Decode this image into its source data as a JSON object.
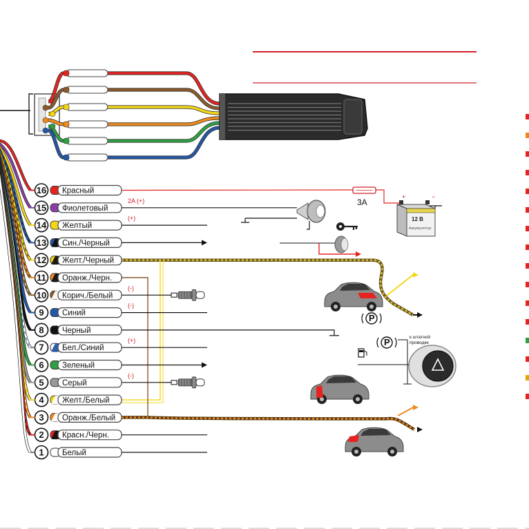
{
  "wires": [
    {
      "num": "16",
      "label": "Красный",
      "color": "#e52420",
      "stripe": "",
      "polarity": ""
    },
    {
      "num": "15",
      "label": "Фиолетовый",
      "color": "#8b3fa6",
      "stripe": "",
      "polarity": "2A (+)"
    },
    {
      "num": "14",
      "label": "Желтый",
      "color": "#f4d618",
      "stripe": "",
      "polarity": "(+)"
    },
    {
      "num": "13",
      "label": "Син./Черный",
      "color": "#2457a6",
      "stripe": "#111111",
      "polarity": ""
    },
    {
      "num": "12",
      "label": "Желт./Черный",
      "color": "#f4d618",
      "stripe": "#111111",
      "polarity": ""
    },
    {
      "num": "11",
      "label": "Оранж./Черн.",
      "color": "#ef8a1e",
      "stripe": "#111111",
      "polarity": ""
    },
    {
      "num": "10",
      "label": "Корич./Белый",
      "color": "#8a5a2b",
      "stripe": "#ffffff",
      "polarity": "(-)"
    },
    {
      "num": "9",
      "label": "Синий",
      "color": "#2457a6",
      "stripe": "",
      "polarity": "(-)"
    },
    {
      "num": "8",
      "label": "Черный",
      "color": "#111111",
      "stripe": "",
      "polarity": ""
    },
    {
      "num": "7",
      "label": "Бел./Синий",
      "color": "#ffffff",
      "stripe": "#2457a6",
      "polarity": "(+)"
    },
    {
      "num": "6",
      "label": "Зеленый",
      "color": "#2fa043",
      "stripe": "",
      "polarity": ""
    },
    {
      "num": "5",
      "label": "Серый",
      "color": "#9a9a9a",
      "stripe": "",
      "polarity": "(-)"
    },
    {
      "num": "4",
      "label": "Желт./Белый",
      "color": "#f4d618",
      "stripe": "#ffffff",
      "polarity": ""
    },
    {
      "num": "3",
      "label": "Оранж./Белый",
      "color": "#ef8a1e",
      "stripe": "#ffffff",
      "polarity": ""
    },
    {
      "num": "2",
      "label": "Красн./Черн.",
      "color": "#e52420",
      "stripe": "#111111",
      "polarity": ""
    },
    {
      "num": "1",
      "label": "Белый",
      "color": "#ffffff",
      "stripe": "",
      "polarity": ""
    }
  ],
  "fuse": {
    "label": "3A"
  },
  "battery": {
    "voltage": "12 В",
    "name": "Аккумулятор"
  },
  "ignition_note": {
    "line1": "к штатной",
    "line2": "проводке"
  },
  "colors": {
    "red": "#e52420",
    "brown": "#8a5a2b",
    "yellow": "#f4d618",
    "orange": "#ef8a1e",
    "green": "#2fa043",
    "blue": "#2457a6",
    "accent_line": "#d0202a"
  }
}
